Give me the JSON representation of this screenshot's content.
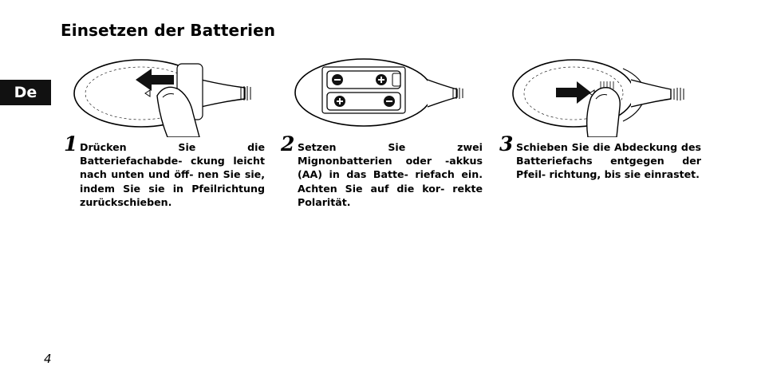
{
  "page": {
    "title": "Einsetzen der Batterien",
    "lang_tab": "De",
    "page_number": "4"
  },
  "steps": [
    {
      "number": "1",
      "text": "Drücken Sie die Batteriefachabde- ckung leicht nach unten und öff- nen Sie sie, indem Sie sie in Pfeilrichtung zurückschieben."
    },
    {
      "number": "2",
      "text": "Setzen Sie zwei Mignonbatterien oder -akkus (AA) in das Batte- riefach ein. Achten Sie auf die kor- rekte Polarität."
    },
    {
      "number": "3",
      "text": "Schieben Sie die Abdeckung des Batteriefachs entgegen der Pfeil- richtung, bis sie einrastet."
    }
  ],
  "illustrations": [
    {
      "icon": "remote-open-cover-illustration"
    },
    {
      "icon": "remote-insert-batteries-illustration"
    },
    {
      "icon": "remote-close-cover-illustration"
    }
  ]
}
